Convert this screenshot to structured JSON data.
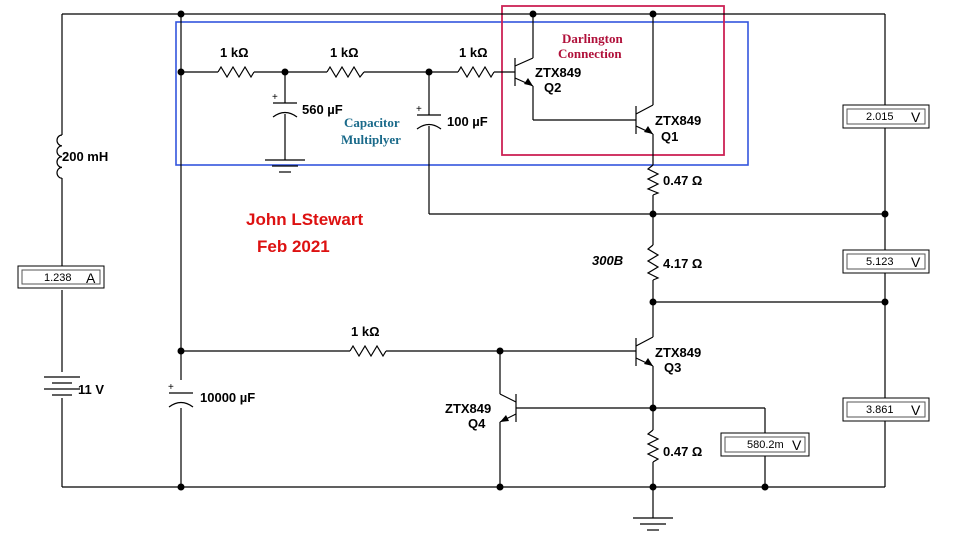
{
  "colors": {
    "wire": "#000000",
    "capacitor_box": "#3355dd",
    "darlington_box": "#cc2255",
    "capacitor_text": "#1a6a8a",
    "darlington_text": "#b0103a",
    "author_text": "#dd1111"
  },
  "resistors": {
    "r1": "1 kΩ",
    "r2": "1 kΩ",
    "r3": "1 kΩ",
    "r_emitter_q1": "0.47 Ω",
    "r_tube": "4.17 Ω",
    "r_base_q3": "1 kΩ",
    "r_sense": "0.47 Ω"
  },
  "capacitors": {
    "c1": "560 µF",
    "c2": "100 µF",
    "c3": "10000 µF"
  },
  "inductor": "200 mH",
  "battery": "11 V",
  "tube_label": "300B",
  "transistors": {
    "q2_part": "ZTX849",
    "q2_ref": "Q2",
    "q1_part": "ZTX849",
    "q1_ref": "Q1",
    "q3_part": "ZTX849",
    "q3_ref": "Q3",
    "q4_part": "ZTX849",
    "q4_ref": "Q4"
  },
  "annotations": {
    "capacitor_line1": "Capacitor",
    "capacitor_line2": "Multiplyer",
    "darlington_line1": "Darlington",
    "darlington_line2": "Connection",
    "author": "John LStewart",
    "date": "Feb 2021"
  },
  "meters": {
    "ammeter": {
      "value": "1.238",
      "unit": "A"
    },
    "v_top": {
      "value": "2.015",
      "unit": "V"
    },
    "v_mid": {
      "value": "5.123",
      "unit": "V"
    },
    "v_low": {
      "value": "3.861",
      "unit": "V"
    },
    "v_sense": {
      "value": "580.2m",
      "unit": "V"
    }
  }
}
